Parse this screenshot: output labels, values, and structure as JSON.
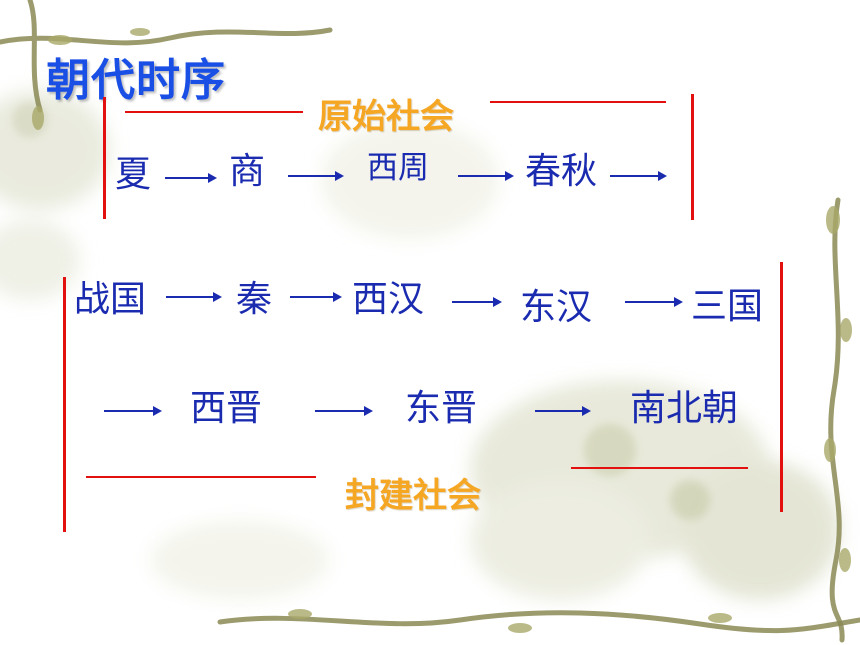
{
  "title": "朝代时序",
  "periods": {
    "primitive": "原始社会",
    "feudal": "封建社会"
  },
  "row1": [
    "夏",
    "商",
    "西周",
    "春秋"
  ],
  "row2": [
    "战国",
    "秦",
    "西汉",
    "东汉",
    "三国"
  ],
  "row3": [
    "西晋",
    "东晋",
    "南北朝"
  ],
  "colors": {
    "title": "#1a4fe6",
    "period": "#f5a623",
    "dynasty": "#1a2bb0",
    "bracket": "#e31010"
  }
}
